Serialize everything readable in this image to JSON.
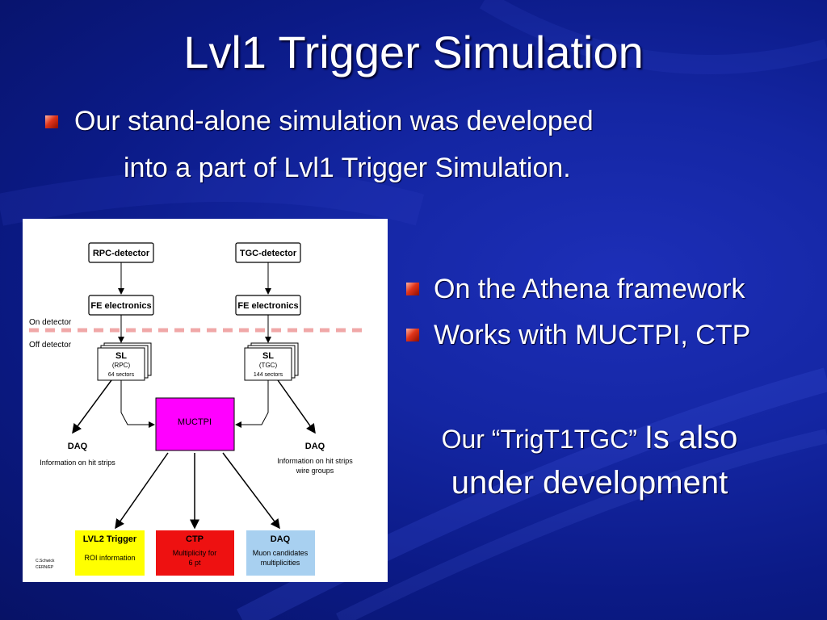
{
  "slide": {
    "title": "Lvl1 Trigger Simulation",
    "bullet1_line1": "Our stand-alone simulation was developed",
    "bullet1_line2": "into a part of Lvl1 Trigger Simulation.",
    "bullet2": "On the Athena framework",
    "bullet3": "Works with MUCTPI, CTP",
    "note_part1": "Our “TrigT1TGC”",
    "note_part2": "Is also",
    "note_line2": "under development",
    "accent_color": "#0b1a86",
    "bullet_color": "#e0341a"
  },
  "diagram": {
    "rpc_detector": "RPC-detector",
    "tgc_detector": "TGC-detector",
    "fe_electronics_left": "FE electronics",
    "fe_electronics_right": "FE electronics",
    "on_detector": "On detector",
    "off_detector": "Off detector",
    "sl_left_title": "SL",
    "sl_left_sub": "(RPC)",
    "sl_left_sectors": "64 sectors",
    "sl_right_title": "SL",
    "sl_right_sub": "(TGC)",
    "sl_right_sectors": "144 sectors",
    "muctpi": "MUCTPI",
    "daq_left": "DAQ",
    "daq_left_info": "Information on hit strips",
    "daq_right": "DAQ",
    "daq_right_info1": "Information on hit strips",
    "daq_right_info2": "wire groups",
    "lvl2_title": "LVL2 Trigger",
    "lvl2_info": "ROI information",
    "ctp_title": "CTP",
    "ctp_info1": "Multiplicity for",
    "ctp_info2": "6 pt",
    "daq_bottom_title": "DAQ",
    "daq_bottom_info1": "Muon candidates",
    "daq_bottom_info2": "multiplicities",
    "credit1": "C.Schwick",
    "credit2": "CERN/EP",
    "colors": {
      "muctpi": "#ff00ff",
      "lvl2": "#ffff00",
      "ctp": "#ee1111",
      "daq_bottom": "#a8d0f0",
      "dash_line": "#f0a8a8"
    }
  }
}
